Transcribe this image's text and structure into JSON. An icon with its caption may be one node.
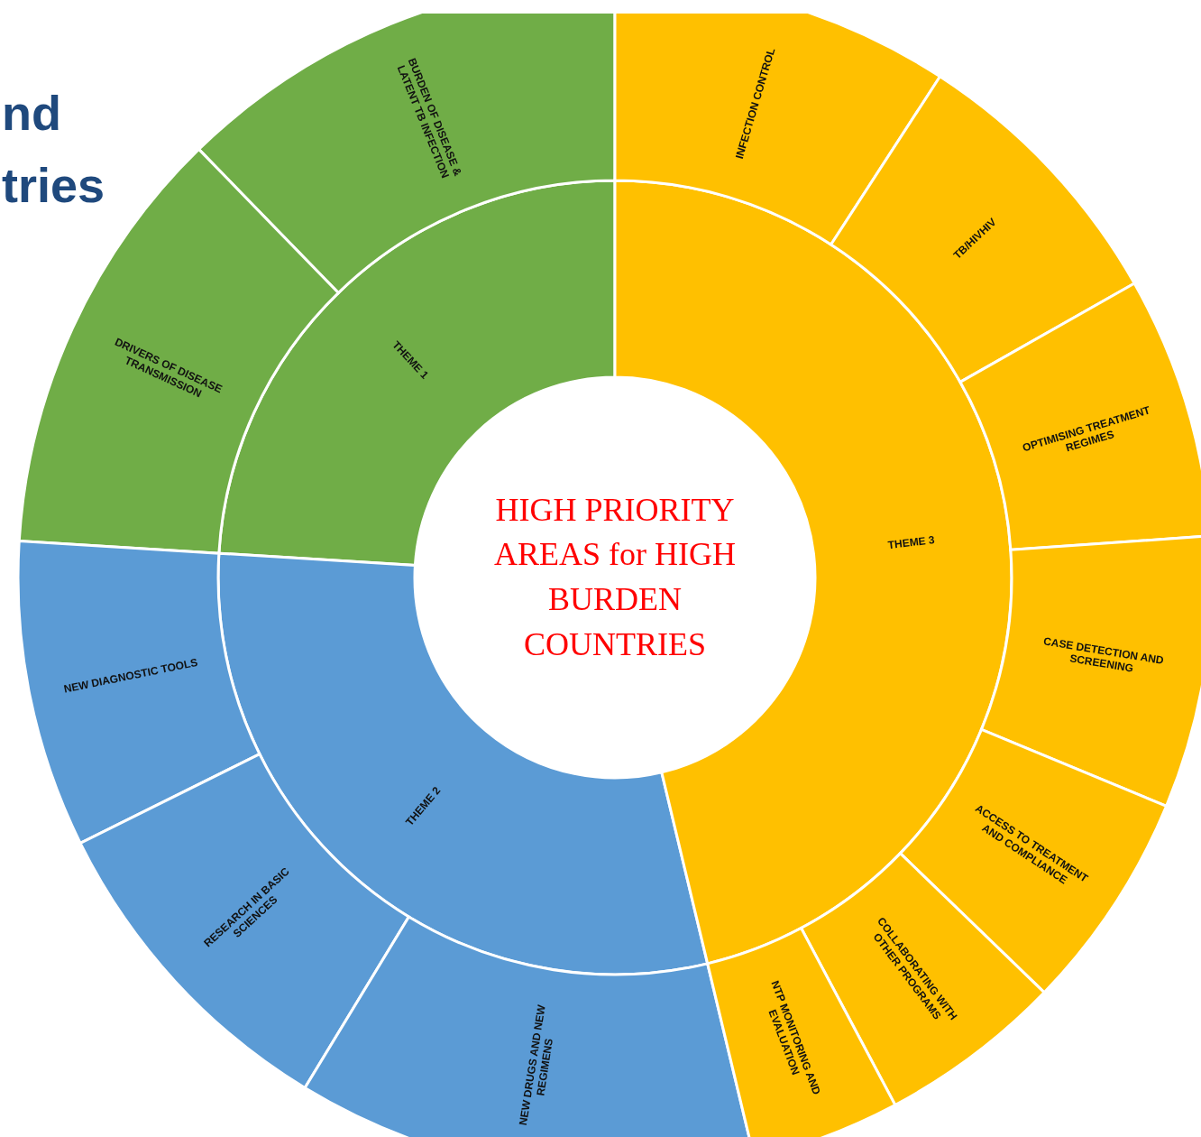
{
  "diagram": {
    "nodes": [
      {
        "text": [
          "HIGH PRIORITY AREAS for HIGH BURDEN COUNTRIES"
        ]
      },
      {
        "text": [
          "THEME 1"
        ]
      },
      {
        "text": [
          "BURDEN OF DISEASE & LATENT TB INFECTION"
        ]
      },
      {
        "text": [
          "DRIVERS OF DISEASE TRANSMISSION"
        ]
      },
      {
        "text": [
          "THEME 2"
        ]
      },
      {
        "text": [
          "NEW DIAGNOSTIC TOOLS"
        ]
      },
      {
        "text": [
          "RESEARCH IN BASIC SCIENCES"
        ]
      },
      {
        "text": [
          "NEW DRUGS AND NEW REGIMENS"
        ]
      },
      {
        "text": [
          "THEME 3"
        ]
      },
      {
        "text": [
          "INFECTION CONTROL"
        ]
      },
      {
        "text": [
          "TB/HIVHIV"
        ]
      },
      {
        "text": [
          "OPTIMISING TREATMENT REGIMES"
        ]
      },
      {
        "text": [
          "CASE DETECTION AND SCREENING"
        ]
      },
      {
        "text": [
          "ACCESS TO TREATMENT AND COMPLIANCE"
        ]
      },
      {
        "text": [
          "COLLABORATING WITH OTHER PROGRAMS"
        ]
      },
      {
        "text": [
          "NTP MONITORING AND EVALUATION"
        ]
      }
    ],
    "labels": [
      "nd",
      "tries"
    ]
  }
}
